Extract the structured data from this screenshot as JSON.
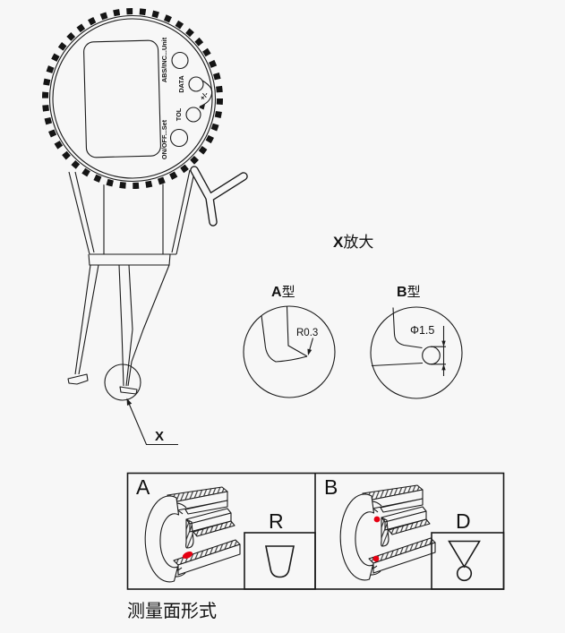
{
  "colors": {
    "background": "#f7f7f7",
    "line": "#1a1a1a",
    "accent_red": "#e60012"
  },
  "indicator": {
    "buttons": [
      {
        "label": "ABS/INC...Unit"
      },
      {
        "label": "DATA"
      },
      {
        "label": "TOL"
      },
      {
        "label": "ON/OFF...Set"
      }
    ],
    "plus_minus": "+/-",
    "detail_marker": "X"
  },
  "enlarged": {
    "title_x": "X",
    "title_suffix": "放大",
    "type_a": {
      "name": "A",
      "suffix": "型",
      "dimension": "R0.3"
    },
    "type_b": {
      "name": "B",
      "suffix": "型",
      "dimension": "Φ1.5"
    }
  },
  "tip_table": {
    "cells": [
      {
        "letter": "A",
        "shape_label": "R"
      },
      {
        "letter": "B",
        "shape_label": "D"
      }
    ],
    "caption": "测量面形式"
  }
}
